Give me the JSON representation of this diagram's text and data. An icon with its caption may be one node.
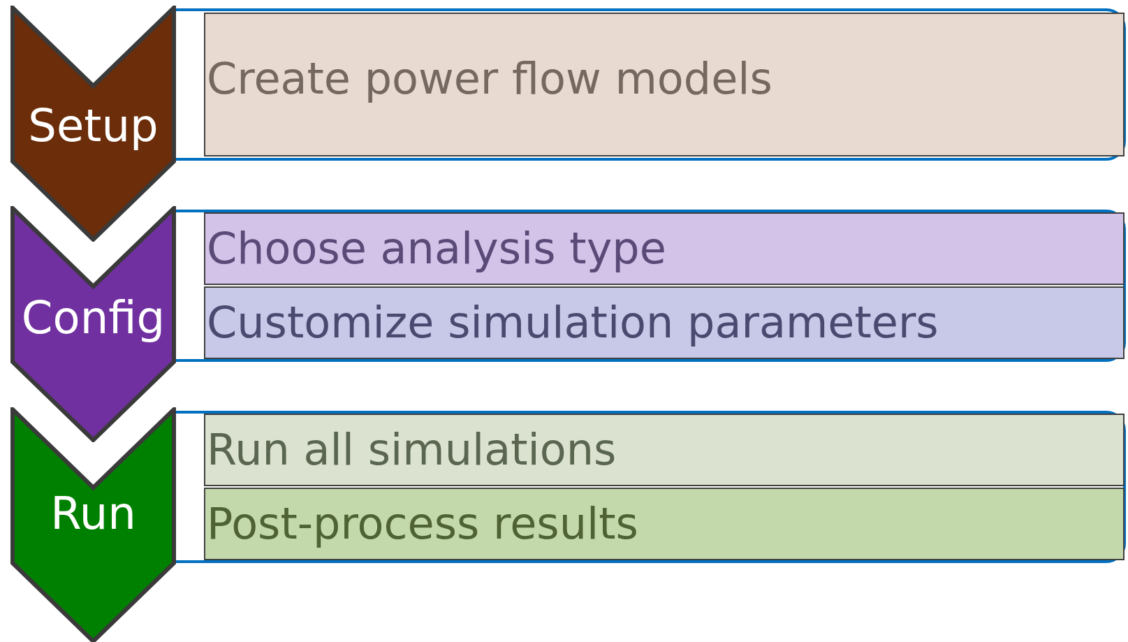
{
  "diagram": {
    "nodes": [
      {
        "text": [
          "Setup"
        ]
      },
      {
        "text": [],
        "shape": "box"
      },
      {
        "text": [
          "Create power flow models"
        ],
        "in": 1
      },
      {
        "text": [
          "Config"
        ]
      },
      {
        "text": [],
        "shape": "box"
      },
      {
        "text": [
          "Choose analysis type"
        ],
        "in": 4
      },
      {
        "text": [
          "Customize simulation parameters"
        ],
        "in": 4
      },
      {
        "text": [
          "Run"
        ]
      },
      {
        "text": [],
        "shape": "box"
      },
      {
        "text": [
          "Run all simulations"
        ],
        "in": 8
      },
      {
        "text": [
          "Post-process results"
        ],
        "in": 8
      }
    ],
    "edges": []
  }
}
